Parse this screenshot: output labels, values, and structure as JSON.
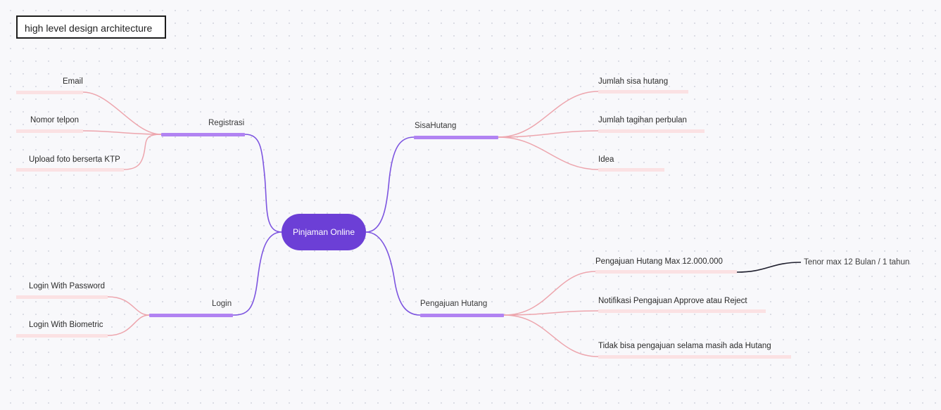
{
  "title": "high level design architecture",
  "colors": {
    "center": "#6c3fd6",
    "main_branch": "#7d55e0",
    "main_bar": "#b183f2",
    "leaf_line": "#eda5ad",
    "leaf_bar": "#fbe1e3",
    "sub_line": "#1f1f2e"
  },
  "center": {
    "label": "Pinjaman Online"
  },
  "branches": {
    "registrasi": {
      "label": "Registrasi",
      "children": [
        "Email",
        "Nomor telpon",
        "Upload foto berserta KTP"
      ]
    },
    "login": {
      "label": "Login",
      "children": [
        "Login With Password",
        "Login With Biometric"
      ]
    },
    "sisa_hutang": {
      "label": "SisaHutang",
      "children": [
        "Jumlah sisa hutang",
        "Jumlah tagihan perbulan",
        "Idea"
      ]
    },
    "pengajuan_hutang": {
      "label": "Pengajuan Hutang",
      "children": [
        "Pengajuan Hutang Max 12.000.000",
        "Notifikasi Pengajuan Approve atau Reject",
        "Tidak bisa pengajuan selama masih ada Hutang"
      ],
      "sub": {
        "label": "Tenor max 12 Bulan / 1 tahun"
      }
    }
  }
}
